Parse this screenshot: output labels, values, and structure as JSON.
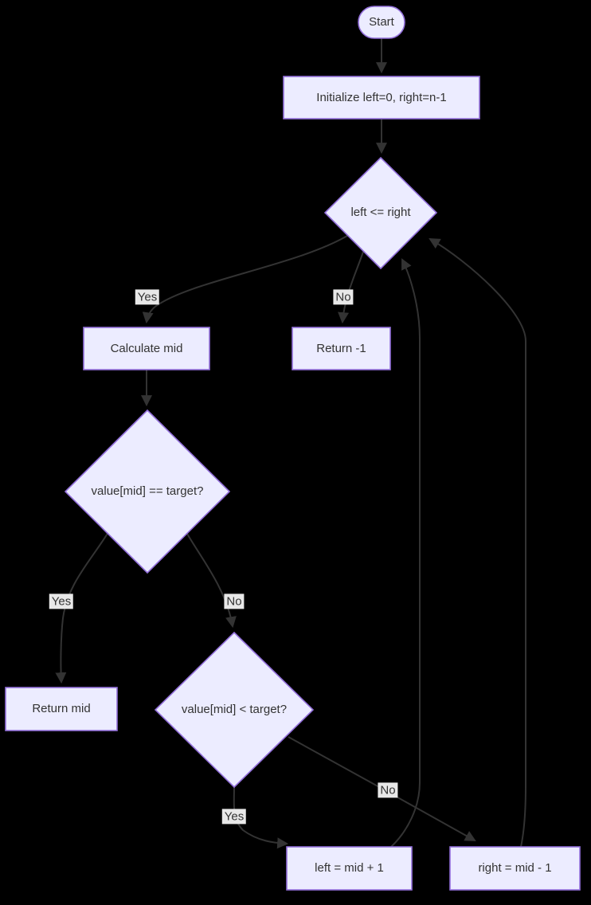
{
  "diagram": {
    "type": "flowchart",
    "topic": "binary search",
    "colors": {
      "background": "#000000",
      "node_fill": "#ECECFF",
      "node_border": "#9370DB",
      "edge_line": "#333333",
      "edge_label_background": "#e8e8e8",
      "text": "#333333"
    }
  },
  "nodes": {
    "start": {
      "label": "Start",
      "shape": "stadium"
    },
    "init": {
      "label": "Initialize left=0, right=n-1",
      "shape": "rect"
    },
    "cond_loop": {
      "label": "left <= right",
      "shape": "diamond"
    },
    "calc_mid": {
      "label": "Calculate mid",
      "shape": "rect"
    },
    "return_neg1": {
      "label": "Return -1",
      "shape": "rect"
    },
    "cond_equal": {
      "label": "value[mid] == target?",
      "shape": "diamond"
    },
    "return_mid": {
      "label": "Return mid",
      "shape": "rect"
    },
    "cond_less": {
      "label": "value[mid] < target?",
      "shape": "diamond"
    },
    "left_update": {
      "label": "left = mid + 1",
      "shape": "rect"
    },
    "right_update": {
      "label": "right = mid - 1",
      "shape": "rect"
    }
  },
  "edge_labels": {
    "loop_yes": "Yes",
    "loop_no": "No",
    "equal_yes": "Yes",
    "equal_no": "No",
    "less_yes": "Yes",
    "less_no": "No"
  }
}
